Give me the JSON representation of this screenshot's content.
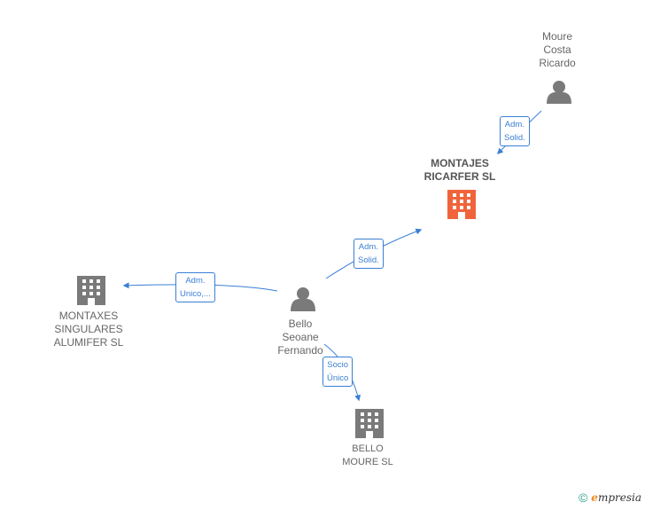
{
  "nodes": {
    "moure": {
      "lines": [
        "Moure",
        "Costa",
        "Ricardo"
      ],
      "type": "person"
    },
    "montajes": {
      "lines": [
        "MONTAJES",
        "RICARFER  SL"
      ],
      "type": "company-focus"
    },
    "montaxes": {
      "lines": [
        "MONTAXES",
        "SINGULARES",
        "ALUMIFER  SL"
      ],
      "type": "company"
    },
    "bello": {
      "lines": [
        "Bello",
        "Seoane",
        "Fernando"
      ],
      "type": "person"
    },
    "bellomoure": {
      "lines": [
        "BELLO",
        "MOURE SL"
      ],
      "type": "company"
    }
  },
  "edges": {
    "moure_montajes": [
      "Adm.",
      "Solid."
    ],
    "bello_montajes": [
      "Adm.",
      "Solid."
    ],
    "bello_montaxes": [
      "Adm.",
      "Unico,..."
    ],
    "bello_bellomoure": [
      "Socio",
      "Único"
    ]
  },
  "footer": {
    "copyright": "©",
    "brand_initial": "e",
    "brand_rest": "mpresia"
  },
  "colors": {
    "edge": "#3b7fd4",
    "person": "#7a7a7a",
    "company": "#7a7a7a",
    "focus": "#f0643c"
  }
}
